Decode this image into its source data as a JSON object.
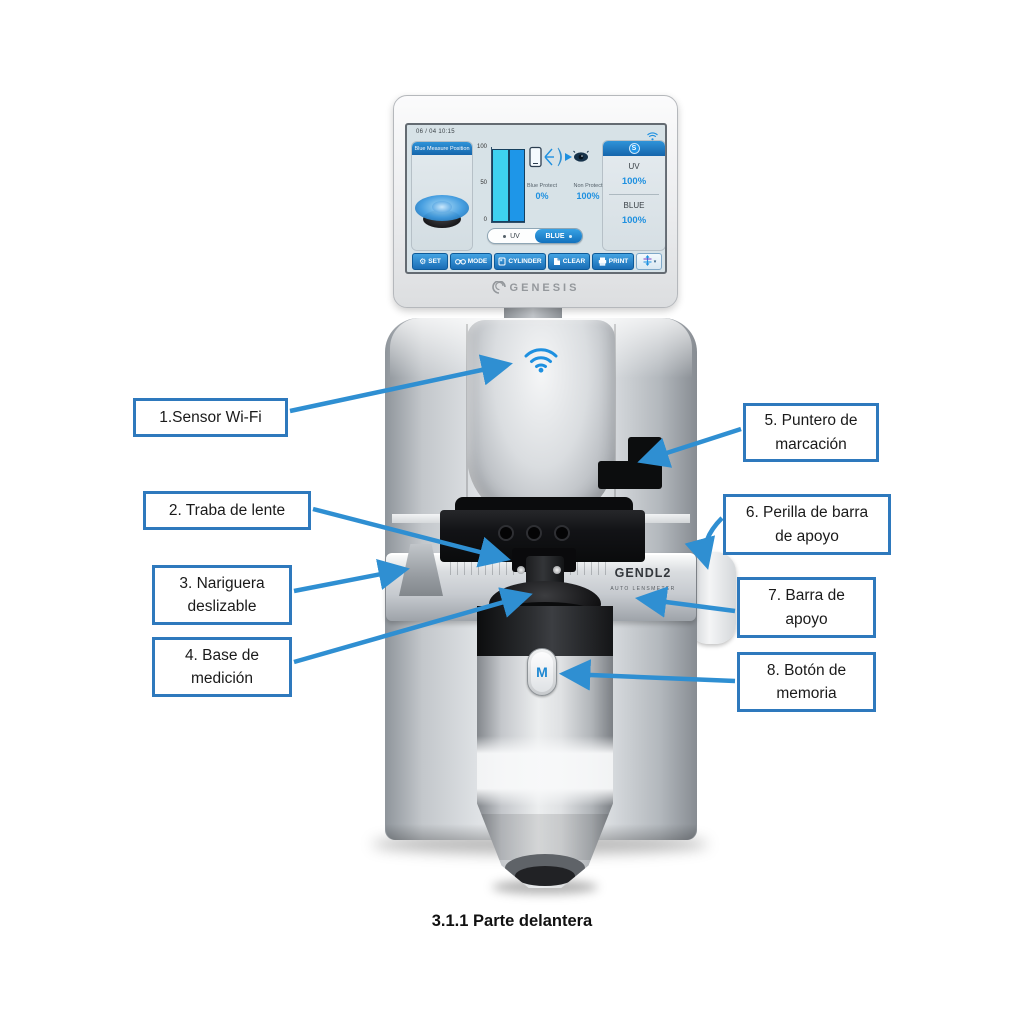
{
  "caption": "3.1.1 Parte delantera",
  "screen": {
    "datetime": "06 / 04  10:15",
    "left_panel_title": "Blue Measure Position",
    "chart_data": {
      "type": "bar",
      "categories": [
        "UV",
        "BLUE"
      ],
      "values": [
        100,
        100
      ],
      "yticks": [
        "100",
        "50",
        "0"
      ],
      "ylim": [
        0,
        100
      ],
      "bar_colors": [
        "#3ed1f0",
        "#1e96e8"
      ],
      "legend": "none",
      "grid": false
    },
    "protect_stats": [
      {
        "label": "Blue Protect",
        "value": "0%"
      },
      {
        "label": "Non Protect",
        "value": "100%"
      }
    ],
    "toggle": {
      "left": "UV",
      "right": "BLUE"
    },
    "right_panel": {
      "badge": "S",
      "rows": [
        {
          "label": "UV",
          "value": "100%"
        },
        {
          "label": "BLUE",
          "value": "100%"
        }
      ]
    },
    "buttons": {
      "set": "SET",
      "mode": "MODE",
      "cylinder": "CYLINDER",
      "clear": "CLEAR",
      "print": "PRINT"
    },
    "brand": "GENESIS"
  },
  "device": {
    "model": "GENDL2",
    "subtitle": "AUTO LENSMETER",
    "memory_button_label": "M"
  },
  "callouts": [
    {
      "lines": [
        "1.Sensor Wi-Fi",
        ""
      ]
    },
    {
      "lines": [
        "2. Traba de lente",
        ""
      ]
    },
    {
      "lines": [
        "3. Nariguera",
        "deslizable"
      ]
    },
    {
      "lines": [
        "4. Base de",
        "medición"
      ]
    },
    {
      "lines": [
        "5. Puntero de",
        "marcación"
      ]
    },
    {
      "lines": [
        "6. Perilla de barra",
        "de apoyo"
      ]
    },
    {
      "lines": [
        "7. Barra de",
        "apoyo"
      ]
    },
    {
      "lines": [
        "8. Botón de",
        "memoria"
      ]
    }
  ],
  "colors": {
    "callout_border": "#2e79bd",
    "arrow": "#2f8fd2",
    "screen_accent": "#1e90e0",
    "bar_cyan": "#3ed1f0",
    "bar_blue": "#1e96e8"
  }
}
